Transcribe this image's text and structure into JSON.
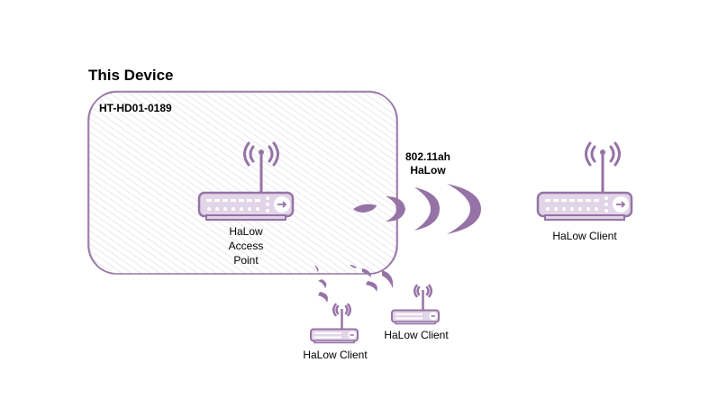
{
  "diagram": {
    "section_title": "This Device",
    "device_id": "HT-HD01-0189",
    "access_point": {
      "label_lines": [
        "HaLow",
        "Access",
        "Point"
      ],
      "icon": "wifi-router-icon"
    },
    "link": {
      "protocol_lines": [
        "802.11ah",
        "HaLow"
      ],
      "icon": "wireless-signal-waves-icon"
    },
    "clients": [
      {
        "label": "HaLow Client",
        "icon": "wifi-router-icon"
      },
      {
        "label": "HaLow Client",
        "icon": "wifi-router-icon"
      },
      {
        "label": "HaLow Client",
        "icon": "wifi-router-icon"
      }
    ],
    "colors": {
      "accent": "#9673a6",
      "fill_light": "#e1d5e7",
      "hatch": "#d5cbdc"
    }
  }
}
